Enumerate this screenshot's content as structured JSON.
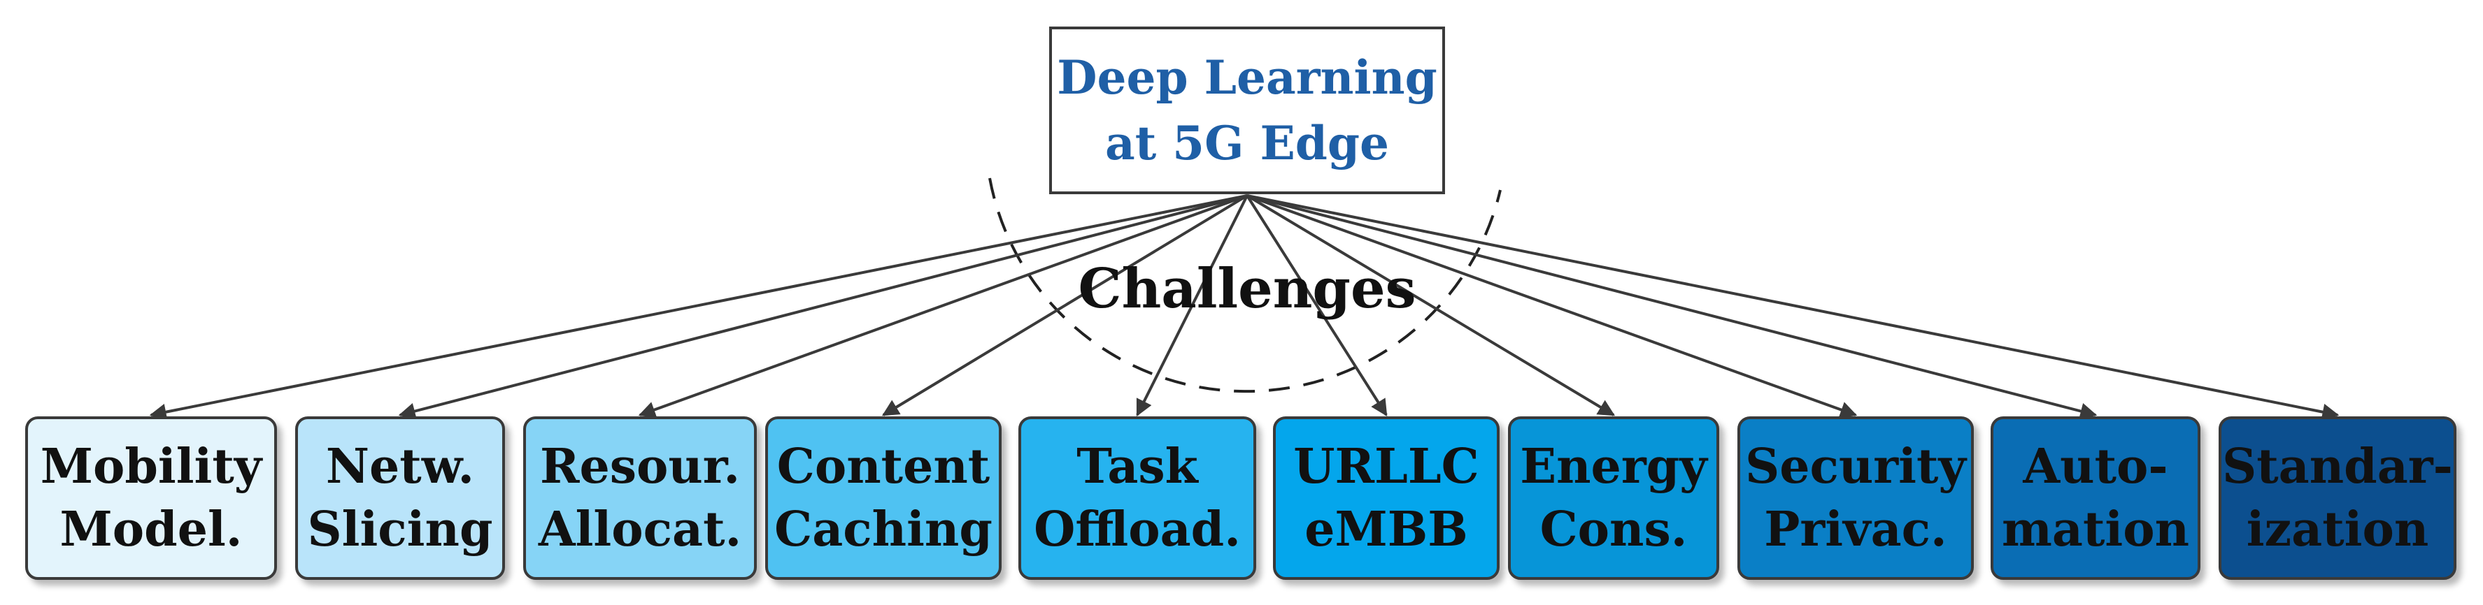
{
  "root": {
    "line1": "Deep Learning",
    "line2": "at 5G Edge"
  },
  "arc_label": "Challenges",
  "leaves": [
    {
      "line1": "Mobility",
      "line2": "Model.",
      "fill": "#e3f4fc"
    },
    {
      "line1": "Netw.",
      "line2": "Slicing",
      "fill": "#b9e4fa"
    },
    {
      "line1": "Resour.",
      "line2": "Allocat.",
      "fill": "#86d4f6"
    },
    {
      "line1": "Content",
      "line2": "Caching",
      "fill": "#4fc2f2"
    },
    {
      "line1": "Task",
      "line2": "Offload.",
      "fill": "#26b3ef"
    },
    {
      "line1": "URLLC",
      "line2": "eMBB",
      "fill": "#04a6ec"
    },
    {
      "line1": "Energy",
      "line2": "Cons.",
      "fill": "#0795d8"
    },
    {
      "line1": "Security",
      "line2": "Privac.",
      "fill": "#0a7fc6"
    },
    {
      "line1": "Auto-",
      "line2": "mation",
      "fill": "#0a6db4"
    },
    {
      "line1": "Standar-",
      "line2": "ization",
      "fill": "#0c4f8f"
    }
  ],
  "colors": {
    "root_text": "#1f5fa6",
    "edge": "#3a3a3a"
  }
}
